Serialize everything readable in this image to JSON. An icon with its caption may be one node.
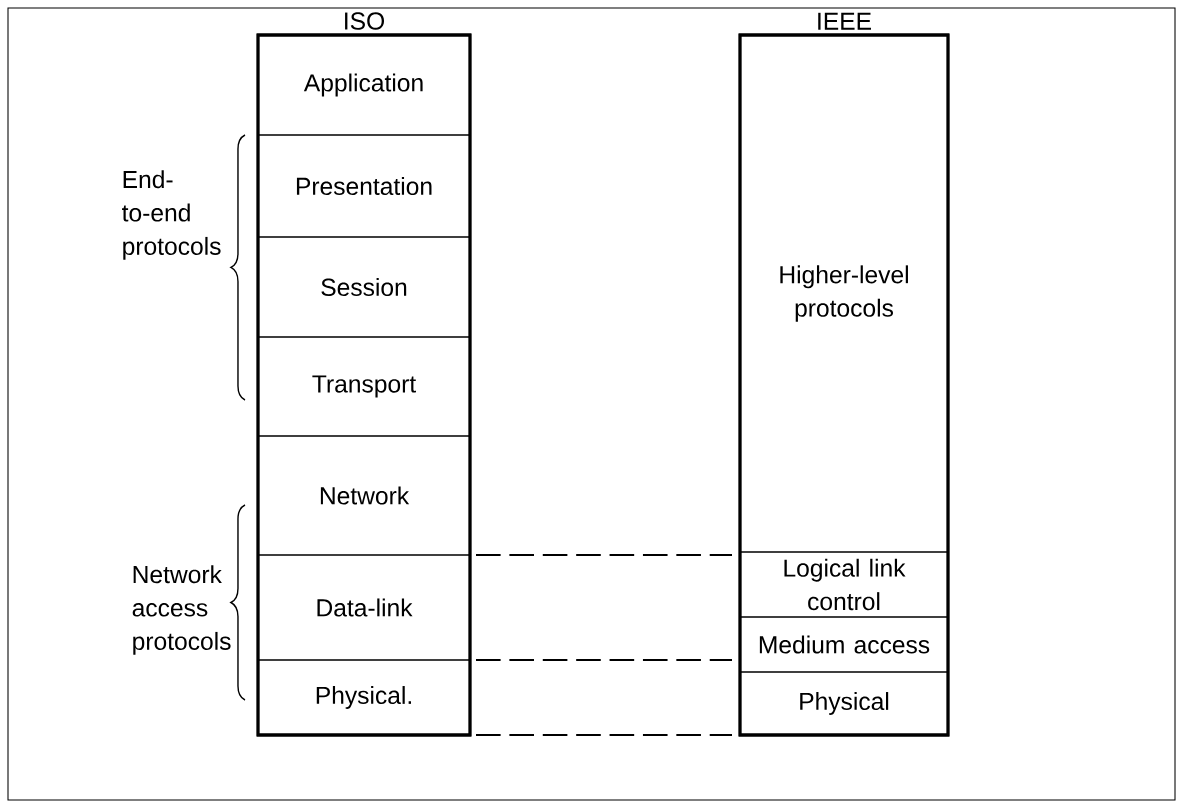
{
  "diagram": {
    "nodes": [
      {
        "text": [
          "ISO"
        ]
      },
      {
        "text": [
          "Application"
        ],
        "in": 0
      },
      {
        "text": [
          "Presentation"
        ],
        "in": 0
      },
      {
        "text": [
          "Session"
        ],
        "in": 0
      },
      {
        "text": [
          "Transport"
        ],
        "in": 0
      },
      {
        "text": [
          "Network"
        ],
        "in": 0
      },
      {
        "text": [
          "Data-link"
        ],
        "in": 0
      },
      {
        "text": [
          "Physical."
        ],
        "in": 0
      },
      {
        "text": [
          "IEEE"
        ]
      },
      {
        "text": [
          "Higher-level protocols"
        ],
        "in": 8
      },
      {
        "text": [
          "Logical link control"
        ],
        "in": 8
      },
      {
        "text": [
          "Medium access"
        ],
        "in": 8
      },
      {
        "text": [
          "Physical"
        ],
        "in": 8
      }
    ],
    "edges": [],
    "labels": [
      "End-to-end protocols",
      "Network access protocols"
    ]
  }
}
